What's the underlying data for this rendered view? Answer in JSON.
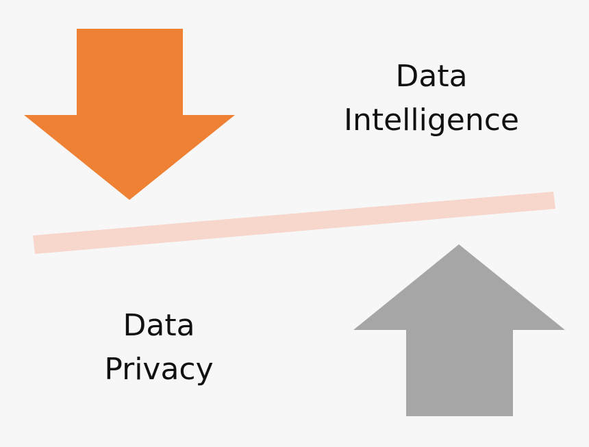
{
  "diagram": {
    "intelligence_label": {
      "line1": "Data",
      "line2": "Intelligence"
    },
    "privacy_label": {
      "line1": "Data",
      "line2": "Privacy"
    },
    "colors": {
      "background": "#f7f7f7",
      "down_arrow": "#ef8134",
      "up_arrow": "#a6a6a6",
      "balance_beam": "#f7d6cc",
      "text": "#111111"
    },
    "icons": {
      "down_arrow": "arrow-down-icon",
      "up_arrow": "arrow-up-icon",
      "beam": "balance-beam"
    }
  }
}
